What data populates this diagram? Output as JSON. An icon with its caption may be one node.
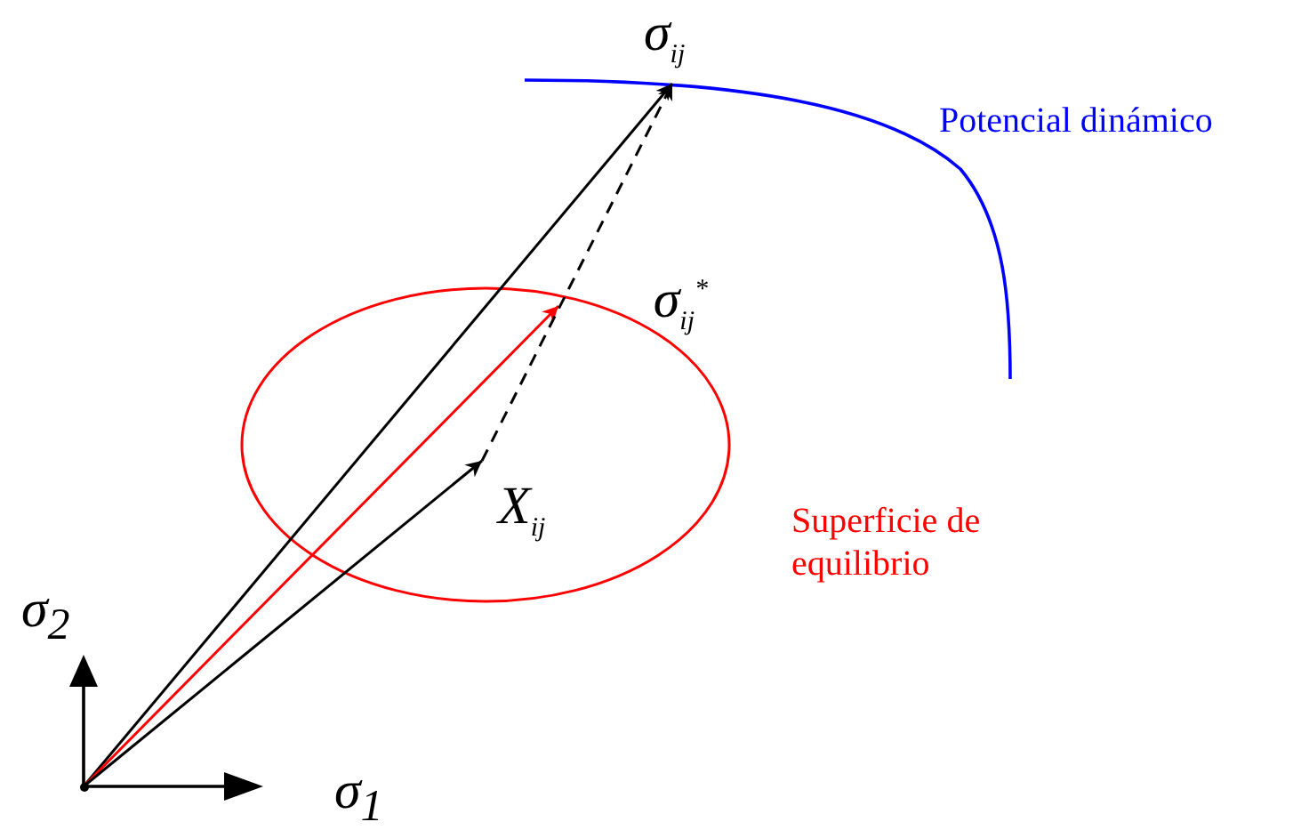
{
  "diagram": {
    "nodes": [
      {
        "text": [],
        "shape": "dot"
      },
      {
        "text": [
          "σ$_{ij}$"
        ]
      },
      {
        "text": [
          "σ$_{ij}$$^{*}$"
        ]
      },
      {
        "text": [
          "X$_{ij}$"
        ]
      }
    ],
    "edges": [
      {
        "from": 0,
        "to": 1,
        "arrow": "to"
      },
      {
        "from": 0,
        "to": 2,
        "arrow": "to",
        "color": "#ff0000"
      },
      {
        "from": 0,
        "to": 3,
        "arrow": "to"
      },
      {
        "from": 3,
        "to": 1,
        "arrow": "to",
        "style": "dashed"
      }
    ],
    "labels": [
      "Potencial dinámico",
      "Superficie de equilibrio",
      "σ$_{2}$",
      "σ$_{1}$"
    ]
  }
}
